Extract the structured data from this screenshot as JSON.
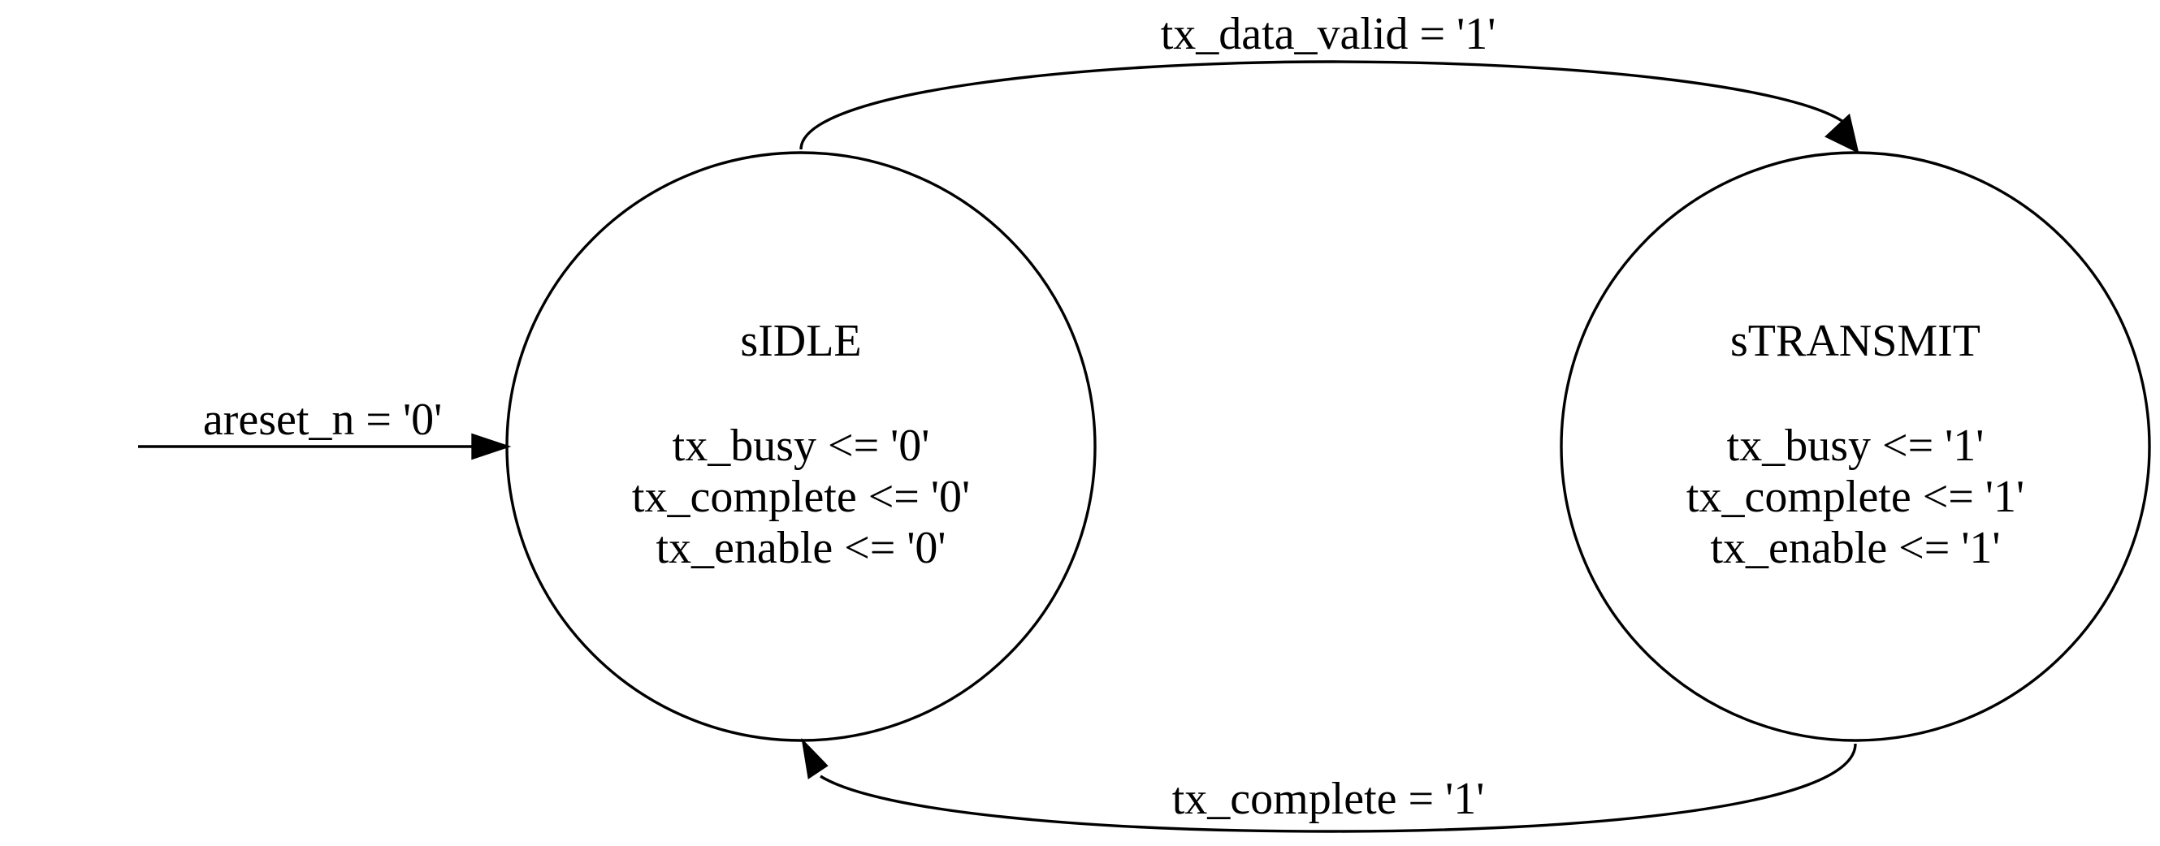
{
  "states": {
    "idle": {
      "name": "sIDLE",
      "actions": [
        "tx_busy <= '0'",
        "tx_complete <= '0'",
        "tx_enable <= '0'"
      ]
    },
    "transmit": {
      "name": "sTRANSMIT",
      "actions": [
        "tx_busy <= '1'",
        "tx_complete <= '1'",
        "tx_enable <= '1'"
      ]
    }
  },
  "transitions": {
    "reset": {
      "label": "areset_n = '0'"
    },
    "idle_to_transmit": {
      "label": "tx_data_valid = '1'"
    },
    "transmit_to_idle": {
      "label": "tx_complete = '1'"
    }
  }
}
